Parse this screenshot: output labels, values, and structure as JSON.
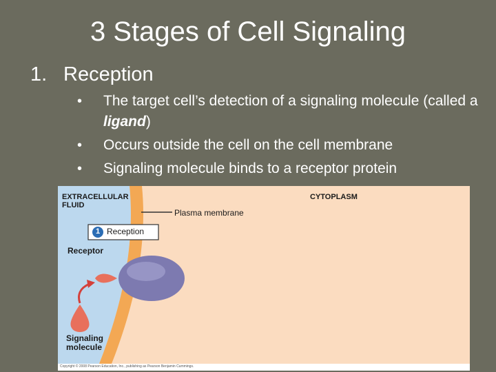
{
  "slide": {
    "title": "3 Stages of Cell Signaling",
    "section_number": "1.",
    "section_title": "Reception",
    "bullets": [
      {
        "prefix": "The target cell’s detection of a signaling molecule (called a ",
        "emphasis": "ligand",
        "suffix": ")"
      },
      {
        "prefix": "Occurs outside the cell on the cell membrane",
        "emphasis": "",
        "suffix": ""
      },
      {
        "prefix": "Signaling molecule binds to a receptor protein",
        "emphasis": "",
        "suffix": ""
      }
    ]
  },
  "figure": {
    "extracellular_label": "EXTRACELLULAR\nFLUID",
    "cytoplasm_label": "CYTOPLASM",
    "membrane_label": "Plasma membrane",
    "step_number": "1",
    "step_label": "Reception",
    "receptor_label": "Receptor",
    "signaling_label": "Signaling\nmolecule",
    "copyright": "Copyright © 2008 Pearson Education, Inc., publishing as Pearson Benjamin Cummings.",
    "colors": {
      "extracellular": "#bcd8ee",
      "cytoplasm": "#fbdcc0",
      "membrane": "#f3a854",
      "receptor": "#7d7ab0",
      "ligand": "#e8705c",
      "arrow": "#d4403a"
    }
  }
}
